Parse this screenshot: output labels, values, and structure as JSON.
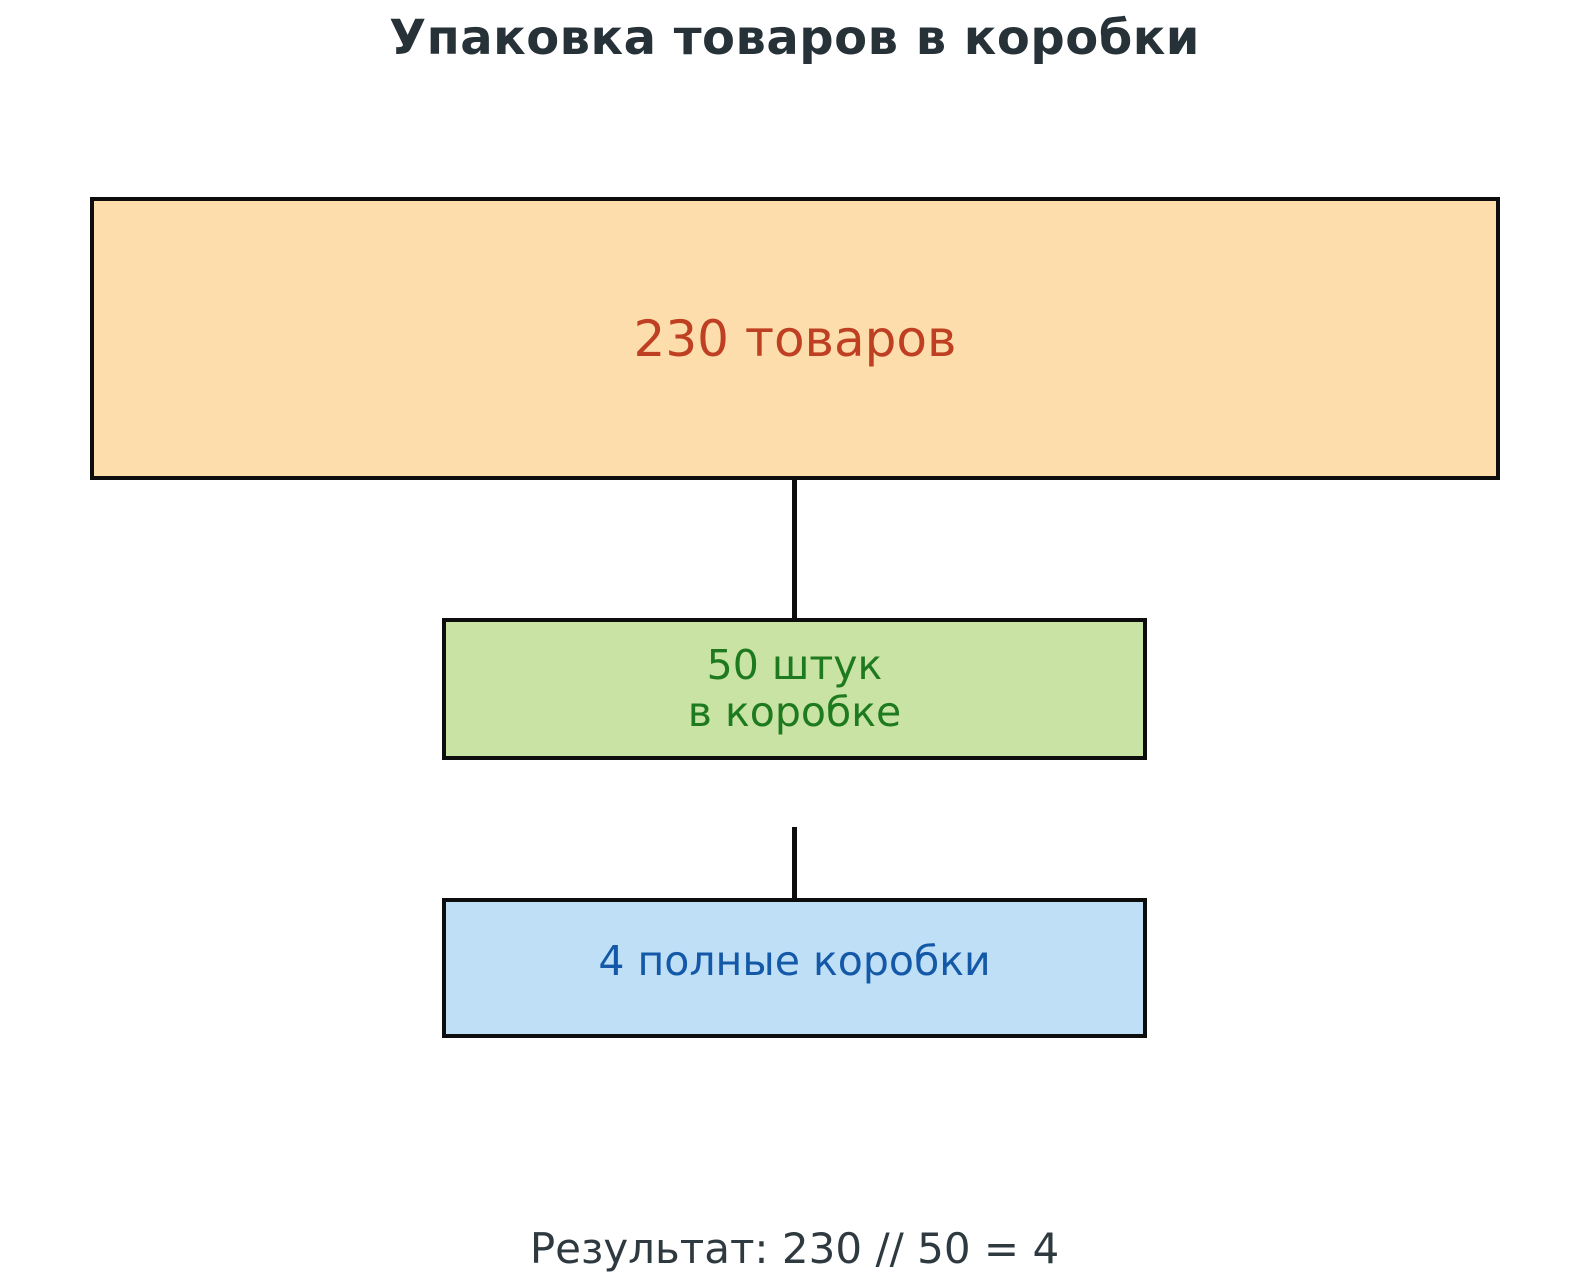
{
  "title": "Упаковка товаров в коробки",
  "nodes": {
    "goods": {
      "label": "230 товаров",
      "fill_color": "#fcddab",
      "text_color": "#bf3f23"
    },
    "per_box": {
      "label_line1": "50 штук",
      "label_line2": "в коробке",
      "fill_color": "#c9e3a5",
      "text_color": "#1e7a1e"
    },
    "full_boxes": {
      "label": "4 полные коробки",
      "fill_color": "#bfdff6",
      "text_color": "#1459a8"
    }
  },
  "result": "Результат: 230 // 50 = 4",
  "colors": {
    "border": "#0d0d0d",
    "title_text": "#263238",
    "result_text": "#2f3a40",
    "background": "#ffffff"
  }
}
